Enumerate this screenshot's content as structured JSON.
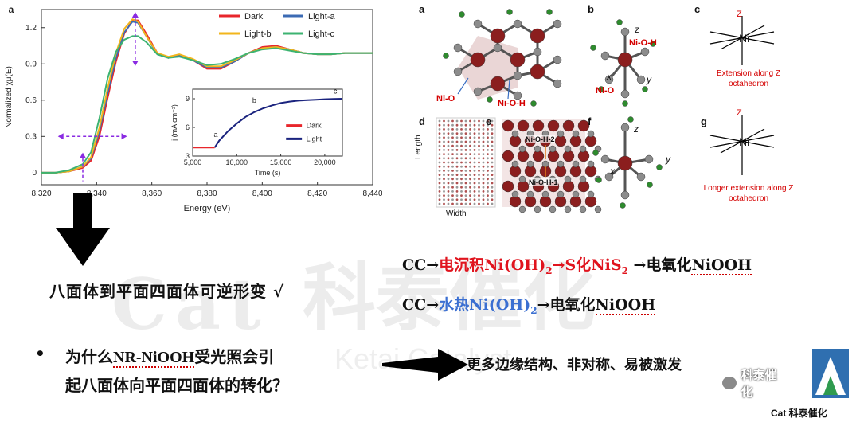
{
  "chart_data": [
    {
      "type": "line",
      "panel_label": "a",
      "xlabel": "Energy (eV)",
      "ylabel": "Normalized χμ(E)",
      "xlim": [
        8320,
        8440
      ],
      "ylim": [
        -0.1,
        1.35
      ],
      "x_ticks": [
        "8,320",
        "8,340",
        "8,360",
        "8,380",
        "8,400",
        "8,420",
        "8,440"
      ],
      "y_ticks": [
        "0",
        "0.3",
        "0.6",
        "0.9",
        "1.2"
      ],
      "legend": {
        "placement": "top-right",
        "entries": [
          "Dark",
          "Light-a",
          "Light-b",
          "Light-c"
        ]
      },
      "colors": {
        "Dark": "#e8262b",
        "Light-a": "#3c6bb4",
        "Light-b": "#f2b51c",
        "Light-c": "#3cb371"
      },
      "x": [
        8320,
        8325,
        8330,
        8335,
        8338,
        8341,
        8344,
        8347,
        8350,
        8353,
        8355,
        8358,
        8362,
        8366,
        8370,
        8375,
        8380,
        8385,
        8390,
        8395,
        8400,
        8405,
        8410,
        8415,
        8420,
        8425,
        8430,
        8435,
        8440
      ],
      "series": [
        {
          "name": "Dark",
          "values": [
            0.0,
            0.0,
            0.01,
            0.04,
            0.1,
            0.3,
            0.62,
            0.92,
            1.15,
            1.26,
            1.26,
            1.15,
            0.99,
            0.95,
            0.97,
            0.93,
            0.86,
            0.86,
            0.92,
            0.99,
            1.04,
            1.05,
            1.02,
            0.99,
            0.98,
            0.98,
            0.99,
            0.99,
            0.99
          ]
        },
        {
          "name": "Light-a",
          "values": [
            0.0,
            0.0,
            0.01,
            0.05,
            0.12,
            0.34,
            0.66,
            0.95,
            1.16,
            1.25,
            1.24,
            1.13,
            0.98,
            0.95,
            0.97,
            0.93,
            0.87,
            0.87,
            0.92,
            0.99,
            1.03,
            1.04,
            1.02,
            0.99,
            0.98,
            0.98,
            0.99,
            0.99,
            0.99
          ]
        },
        {
          "name": "Light-b",
          "values": [
            0.0,
            0.0,
            0.01,
            0.05,
            0.13,
            0.37,
            0.7,
            0.99,
            1.19,
            1.27,
            1.25,
            1.13,
            0.99,
            0.96,
            0.98,
            0.94,
            0.88,
            0.88,
            0.93,
            0.99,
            1.03,
            1.04,
            1.02,
            0.99,
            0.98,
            0.98,
            0.99,
            0.99,
            0.99
          ]
        },
        {
          "name": "Light-c",
          "values": [
            0.0,
            0.0,
            0.02,
            0.07,
            0.17,
            0.45,
            0.78,
            1.0,
            1.1,
            1.13,
            1.13,
            1.08,
            0.98,
            0.95,
            0.96,
            0.93,
            0.89,
            0.9,
            0.94,
            0.99,
            1.02,
            1.03,
            1.01,
            0.99,
            0.98,
            0.98,
            0.99,
            0.99,
            0.99
          ]
        }
      ]
    },
    {
      "type": "line",
      "xlabel": "Time (s)",
      "ylabel": "j (mA cm⁻²)",
      "xlim": [
        5000,
        22000
      ],
      "ylim": [
        3,
        10
      ],
      "x_ticks": [
        "5,000",
        "10,000",
        "15,000",
        "20,000"
      ],
      "y_ticks": [
        "3",
        "6",
        "9"
      ],
      "legend": {
        "placement": "bottom-right",
        "entries": [
          "Dark",
          "Light"
        ]
      },
      "colors": {
        "Dark": "#e8262b",
        "Light": "#1a237e"
      },
      "point_labels": [
        "a",
        "b",
        "c"
      ],
      "series": [
        {
          "name": "Dark",
          "x": [
            5000,
            7500
          ],
          "values": [
            3.9,
            3.9
          ]
        },
        {
          "name": "Light",
          "x": [
            7500,
            8000,
            9000,
            10000,
            11000,
            12000,
            13000,
            14000,
            15000,
            16000,
            17000,
            18000,
            19000,
            20000,
            21000,
            22000
          ],
          "values": [
            3.9,
            4.6,
            5.6,
            6.4,
            7.1,
            7.6,
            8.0,
            8.3,
            8.55,
            8.7,
            8.8,
            8.85,
            8.9,
            8.95,
            8.98,
            9.0
          ]
        }
      ]
    }
  ],
  "structure_labels": {
    "panels": [
      "a",
      "b",
      "c",
      "d",
      "e",
      "f",
      "g"
    ],
    "ni_o": "Ni-O",
    "ni_o_h": "Ni-O-H",
    "ni_o_h_2": "Ni-O-H-2",
    "ni_o_h_1": "Ni-O-H-1",
    "axis_x": "x",
    "axis_y": "y",
    "axis_z": "z",
    "axis_Z": "Z",
    "ni": "Ni",
    "length": "Length",
    "width": "Width",
    "caption_c": "Extension along Z octahedron",
    "caption_g": "Longer extension along Z octahedron"
  },
  "text": {
    "line1_prefix": "CC→",
    "line1_red_a": "电沉积Ni(OH)",
    "line1_sub2a": "2",
    "line1_red_b": "→S化NiS",
    "line1_sub2b": "2",
    "line1_tail_a": " →电氧化",
    "line1_tail_b": "NiOOH",
    "line2_prefix": "CC→",
    "line2_blue": "水热Ni(OH)",
    "line2_sub2": "2",
    "line2_tail_a": "→电氧化",
    "line2_tail_b": "NiOOH",
    "transform": "八面体到平面四面体可逆形变 √",
    "bullet": "•",
    "question_line1_a": "为什么",
    "question_line1_b": "NR-NiOOH",
    "question_line1_c": "受光照会引",
    "question_line2": "起八面体向平面四面体的转化？",
    "answer": "更多边缘结构、非对称、易被激发",
    "wechat_name": "科泰催化",
    "logo_caption": "Cat 科泰催化"
  },
  "watermark": {
    "cat": "Cat",
    "cn": "科泰催化",
    "en": "Ketai Catalyst"
  }
}
